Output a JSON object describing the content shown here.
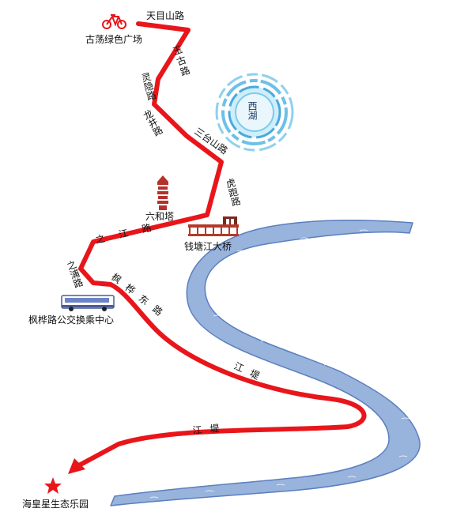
{
  "map": {
    "colors": {
      "route": "#e8161b",
      "river_fill": "#98b3dc",
      "river_edge": "#5b7fbf",
      "lake": "#6ec0e6",
      "bridge": "#b23a2a",
      "pagoda": "#b5322a",
      "bus": "#4a5a9a",
      "bicycle": "#e8161b",
      "star": "#e8161b"
    },
    "places": {
      "start": "古荡绿色广场",
      "pagoda": "六和塔",
      "bridge": "钱塘江大桥",
      "bus_hub": "枫桦路公交换乘中心",
      "end": "海皇星生态乐园",
      "lake": "西湖"
    },
    "roads": {
      "tianmushan": "天目山路",
      "yugu": "玉古路",
      "lingyin": "灵隐路",
      "longjing": "龙井路",
      "santaishan": "三台山路",
      "hupao": "虎跑路",
      "zhijiang": "之江路",
      "zhipu": "之浦路",
      "fenghua": "枫桦东路",
      "jiangdi_1": "江堤",
      "jiangdi_2": "江堤"
    },
    "icons": {
      "start": "bicycle-icon",
      "pagoda": "pagoda-icon",
      "bridge": "bridge-icon",
      "bus": "bus-icon",
      "end": "star-icon"
    }
  }
}
